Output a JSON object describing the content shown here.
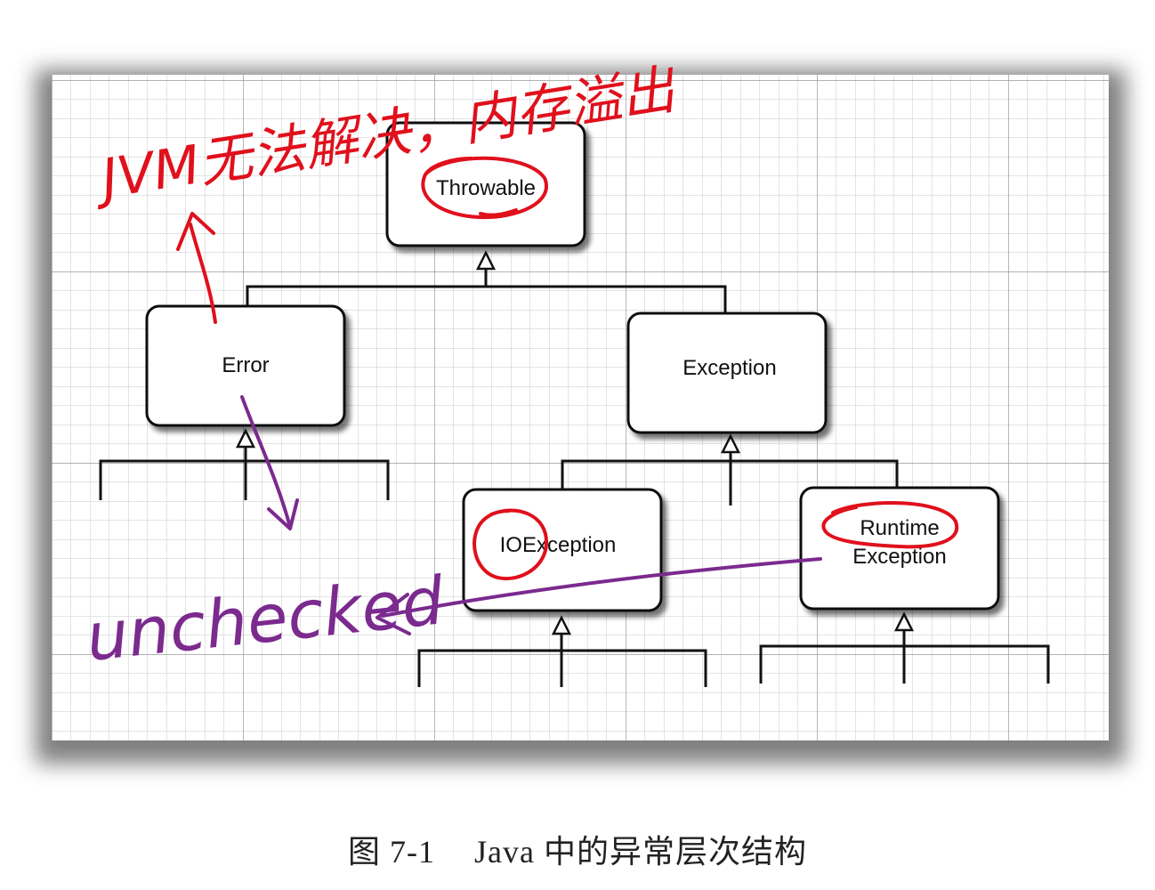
{
  "diagram": {
    "nodes": {
      "throwable": "Throwable",
      "error": "Error",
      "exception": "Exception",
      "ioexception": "IOException",
      "runtime_line1": "Runtime",
      "runtime_line2": "Exception"
    }
  },
  "annotations": {
    "jvm_note": "JVM无法解决，内存溢出",
    "unchecked_note": "unchecked",
    "ink_red": "#e0101c",
    "ink_purple": "#7b2a8e"
  },
  "caption": {
    "figure_number": "图 7-1",
    "title": "Java 中的异常层次结构"
  }
}
